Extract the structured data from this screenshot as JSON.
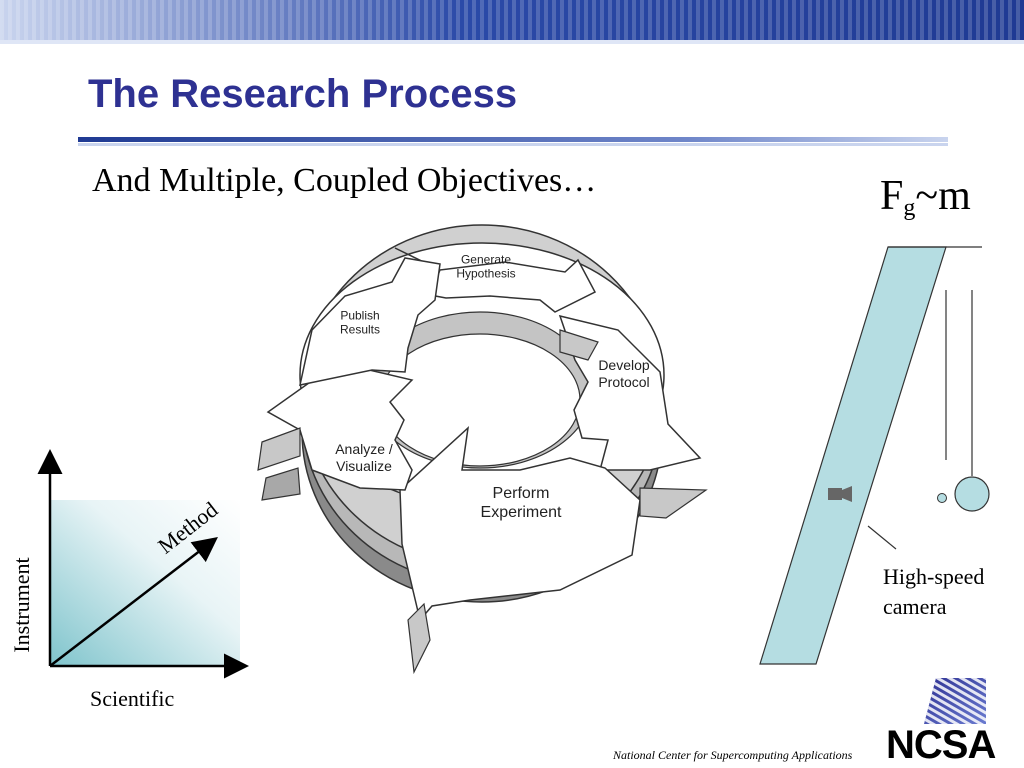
{
  "slide": {
    "title": "The Research Process",
    "subtitle": "And Multiple, Coupled Objectives…",
    "formula": {
      "main": "F",
      "sub": "g",
      "rest": "~m"
    },
    "camera_label": "High-speed\ncamera",
    "axes": {
      "x_label": "Scientific",
      "y_label": "Instrument",
      "diagonal_label": "Method"
    },
    "cycle": {
      "generate": "Generate\nHypothesis",
      "develop": "Develop\nProtocol",
      "perform": "Perform\nExperiment",
      "analyze": "Analyze /\nVisualize",
      "publish": "Publish\nResults"
    },
    "footer": "National Center for Supercomputing Applications",
    "logo_text": "NCSA"
  },
  "colors": {
    "title": "#2e3192",
    "band_dark": "#1f3a93",
    "band_light": "#c9d4ee",
    "slab_fill": "#b5dde2",
    "axis_gradient": "#7fc4cc"
  }
}
